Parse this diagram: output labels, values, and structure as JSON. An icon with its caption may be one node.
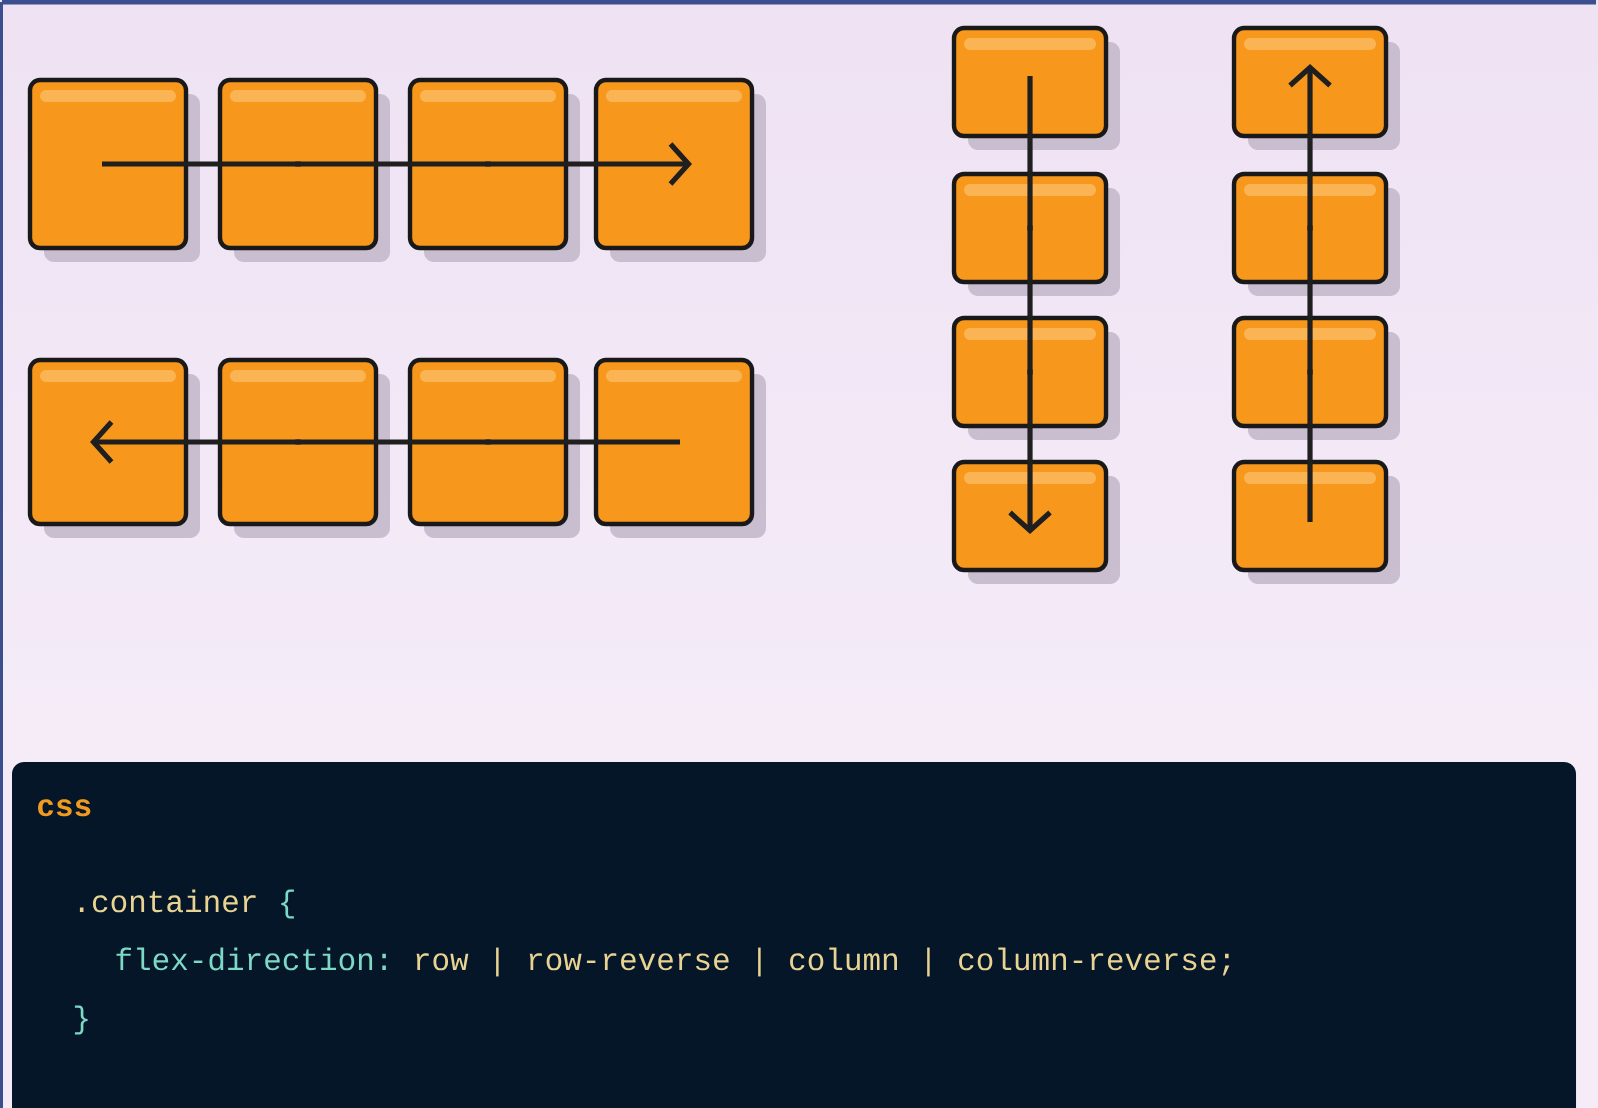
{
  "diagram": {
    "nodes": [
      {
        "text": [],
        "shape": "box"
      },
      {
        "text": [],
        "shape": "box"
      },
      {
        "text": [],
        "shape": "box"
      },
      {
        "text": [],
        "shape": "box"
      },
      {
        "text": [],
        "shape": "box"
      },
      {
        "text": [],
        "shape": "box"
      },
      {
        "text": [],
        "shape": "box"
      },
      {
        "text": [],
        "shape": "box"
      },
      {
        "text": [],
        "shape": "box"
      },
      {
        "text": [],
        "shape": "box"
      },
      {
        "text": [],
        "shape": "box"
      },
      {
        "text": [],
        "shape": "box"
      },
      {
        "text": [],
        "shape": "box"
      },
      {
        "text": [],
        "shape": "box"
      },
      {
        "text": [],
        "shape": "box"
      },
      {
        "text": [],
        "shape": "box"
      }
    ],
    "edges": [
      {
        "from": 0,
        "to": 1,
        "arrow": "none"
      },
      {
        "from": 1,
        "to": 2,
        "arrow": "none"
      },
      {
        "from": 2,
        "to": 3,
        "arrow": "to"
      },
      {
        "from": 7,
        "to": 6,
        "arrow": "none"
      },
      {
        "from": 6,
        "to": 5,
        "arrow": "none"
      },
      {
        "from": 5,
        "to": 4,
        "arrow": "to"
      },
      {
        "from": 8,
        "to": 9,
        "arrow": "none"
      },
      {
        "from": 9,
        "to": 10,
        "arrow": "none"
      },
      {
        "from": 10,
        "to": 11,
        "arrow": "to"
      },
      {
        "from": 15,
        "to": 14,
        "arrow": "none"
      },
      {
        "from": 14,
        "to": 13,
        "arrow": "none"
      },
      {
        "from": 13,
        "to": 12,
        "arrow": "to"
      }
    ],
    "labels": [
      "css",
      ".container",
      "{",
      "flex-direction:",
      "row",
      "|",
      "row-reverse",
      "|",
      "column",
      "|",
      "column-reverse;",
      "}"
    ]
  }
}
